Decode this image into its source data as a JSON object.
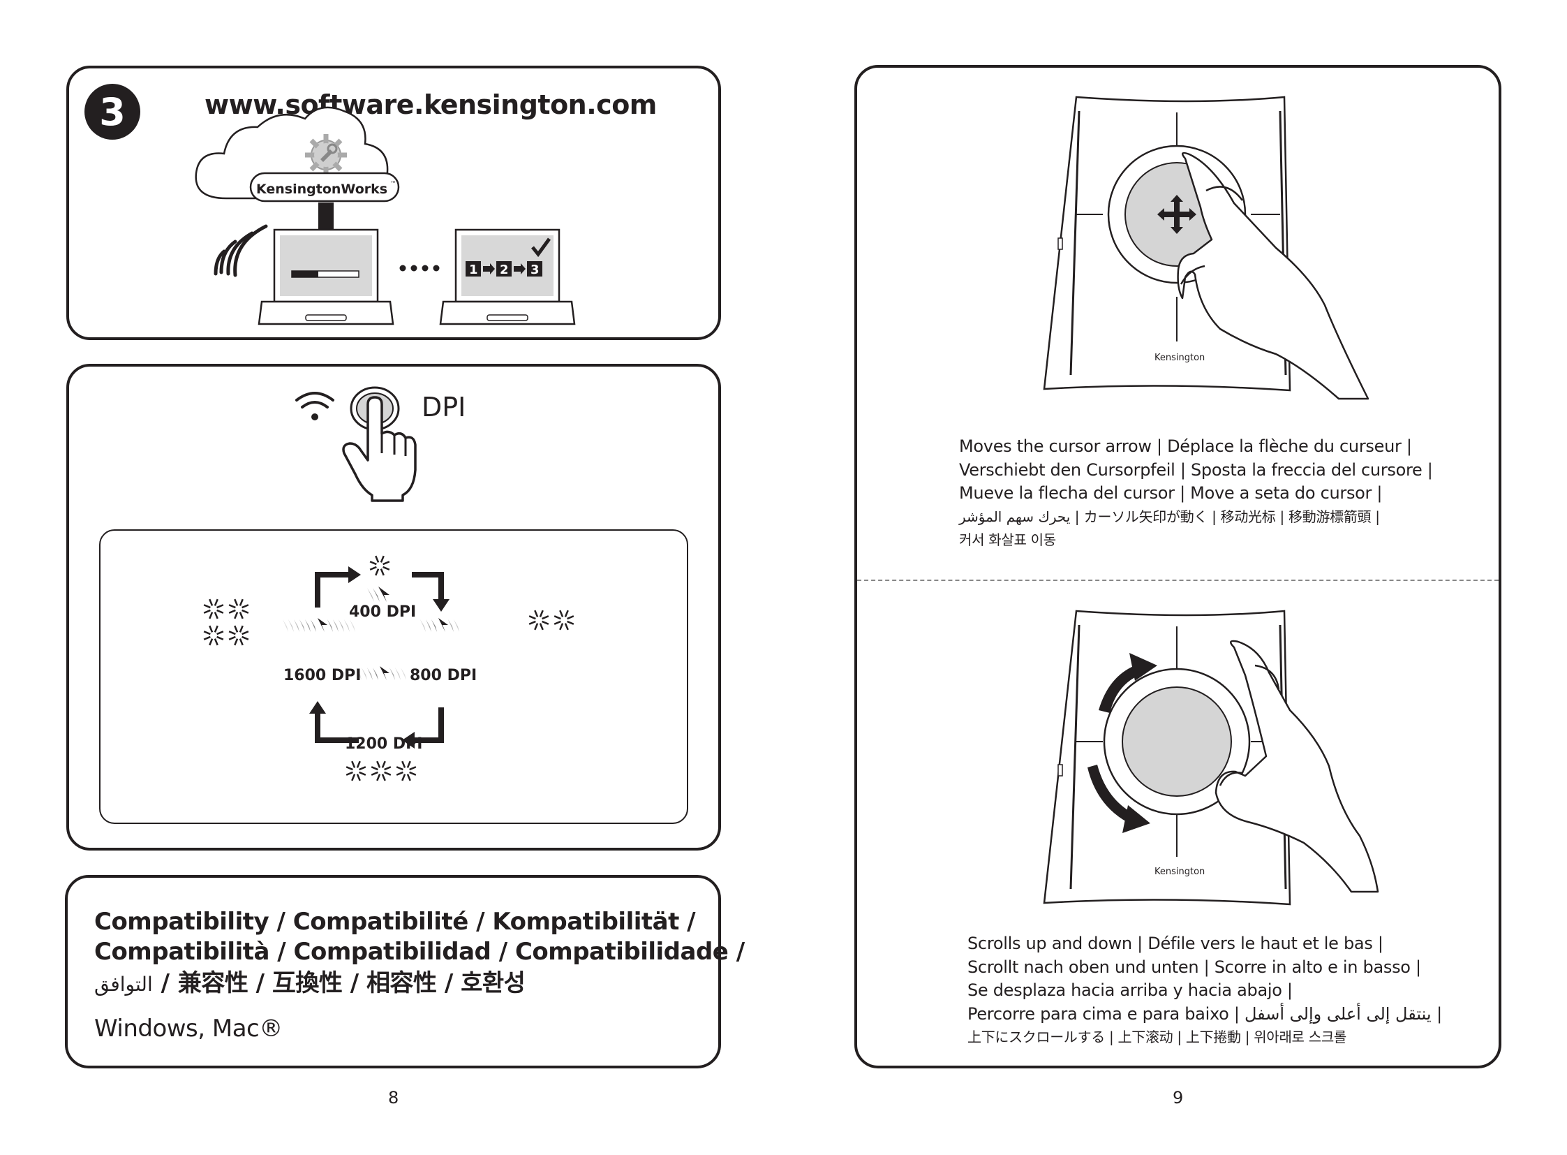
{
  "left_page": {
    "step_badge": "3",
    "software_url": "www.software.kensington.com",
    "cloud_label": "KensingtonWorks",
    "cloud_label_tm": "™",
    "install_steps": [
      "1",
      "2",
      "3"
    ],
    "dpi_button_label": "DPI",
    "dpi_cycle": [
      {
        "label": "400 DPI",
        "flashes": 1
      },
      {
        "label": "800 DPI",
        "flashes": 2
      },
      {
        "label": "1200 DPI",
        "flashes": 3
      },
      {
        "label": "1600 DPI",
        "flashes": 4
      }
    ],
    "compatibility": {
      "line1": "Compatibility / Compatibilité / Kompatibilität /",
      "line2": "Compatibilità / Compatibilidad / Compatibilidade /",
      "line3_arabic": "التوافق",
      "line3_rest": " / 兼容性 / 互換性 / 相容性 / 호환성",
      "systems": "Windows, Mac®"
    },
    "page_number": "8"
  },
  "right_page": {
    "brand_label": "Kensington",
    "move_caption": [
      "Moves the cursor arrow | Déplace la flèche du curseur |",
      "Verschiebt den Cursorpfeil | Sposta la freccia del cursore |",
      "Mueve la flecha del cursor | Move a seta do cursor |",
      "يحرك سهم المؤشر  | カーソル矢印が動く | 移动光标 | 移動游標箭頭 |",
      "커서 화살표 이동"
    ],
    "scroll_caption": [
      "Scrolls up and down | Défile vers le haut et le bas |",
      "Scrollt nach oben und unten | Scorre in alto e in basso |",
      "Se desplaza hacia arriba y hacia abajo |",
      "Percorre para cima e para baixo | ينتقل إلى أعلى وإلى أسفل |",
      "上下にスクロールする | 上下滚动 | 上下捲動 | 위아래로 스크롤"
    ],
    "page_number": "9"
  }
}
